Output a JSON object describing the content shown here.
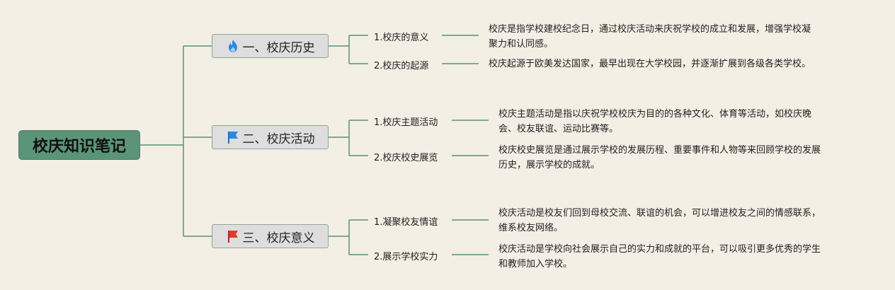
{
  "root": {
    "label": "校庆知识笔记"
  },
  "branches": [
    {
      "label": "一、校庆历史",
      "icon": "fire-icon",
      "children": [
        {
          "label": "1.校庆的意义",
          "desc": [
            "校庆是指学校建校纪念日，通过校庆活动来庆祝学校的成立和发展，增强学校凝",
            "聚力和认同感。"
          ]
        },
        {
          "label": "2.校庆的起源",
          "desc": [
            "校庆起源于欧美发达国家，最早出现在大学校园，并逐渐扩展到各级各类学校。"
          ]
        }
      ]
    },
    {
      "label": "二、校庆活动",
      "icon": "blue-flag-icon",
      "children": [
        {
          "label": "1.校庆主题活动",
          "desc": [
            "校庆主题活动是指以庆祝学校校庆为目的的各种文化、体育等活动，如校庆晚",
            "会、校友联谊、运动比赛等。"
          ]
        },
        {
          "label": "2.校庆校史展览",
          "desc": [
            "校庆校史展览是通过展示学校的发展历程、重要事件和人物等来回顾学校的发展",
            "历史，展示学校的成就。"
          ]
        }
      ]
    },
    {
      "label": "三、校庆意义",
      "icon": "red-flag-icon",
      "children": [
        {
          "label": "1.凝聚校友情谊",
          "desc": [
            "校庆活动是校友们回到母校交流、联谊的机会，可以增进校友之间的情感联系，",
            "维系校友网络。"
          ]
        },
        {
          "label": "2.展示学校实力",
          "desc": [
            "校庆活动是学校向社会展示自己的实力和成就的平台，可以吸引更多优秀的学生",
            "和教师加入学校。"
          ]
        }
      ]
    }
  ],
  "colors": {
    "line": "#5b8f79",
    "root_bg": "#5b9477",
    "branch_bg": "#dedede",
    "background": "#f3efe5"
  }
}
